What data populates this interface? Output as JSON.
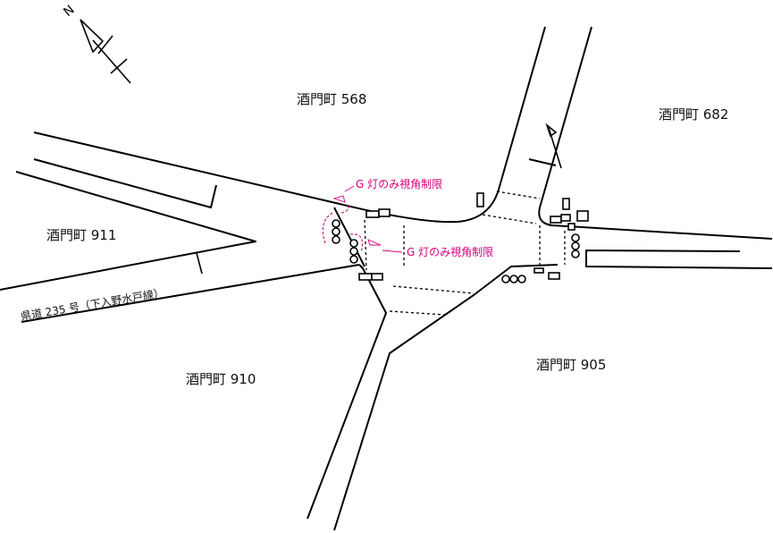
{
  "north_label": "N",
  "areas": {
    "nw": "酒門町 568",
    "ne": "酒門町 682",
    "w": "酒門町 911",
    "sw": "酒門町 910",
    "se": "酒門町 905"
  },
  "route_label": "県道 235 号（下入野水戸線）",
  "notes": {
    "upper": "G 灯のみ視角制限",
    "lower": "G 灯のみ視角制限"
  },
  "colors": {
    "note": "#d4007a",
    "line": "#000000",
    "background": "#ffffff"
  }
}
